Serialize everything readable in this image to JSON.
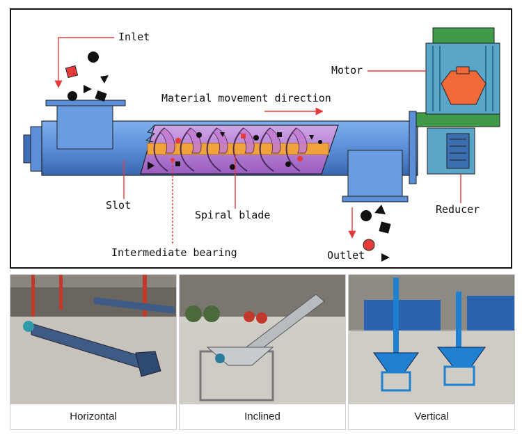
{
  "diagram": {
    "labels": {
      "inlet": "Inlet",
      "motor": "Motor",
      "direction": "Material movement direction",
      "slot": "Slot",
      "spiral_blade": "Spiral blade",
      "reducer": "Reducer",
      "intermediate_bearing": "Intermediate bearing",
      "outlet": "Outlet"
    },
    "colors": {
      "trough": "#5b8fd8",
      "trough_dark": "#3f6fb8",
      "motor_green": "#3f9a4a",
      "motor_blue": "#5aa6c8",
      "blade_purple": "#b66fc0",
      "shaft_orange": "#f2a23a",
      "arrow_red": "#e53b3b"
    }
  },
  "photos": [
    {
      "caption": "Horizontal"
    },
    {
      "caption": "Inclined"
    },
    {
      "caption": "Vertical"
    }
  ]
}
